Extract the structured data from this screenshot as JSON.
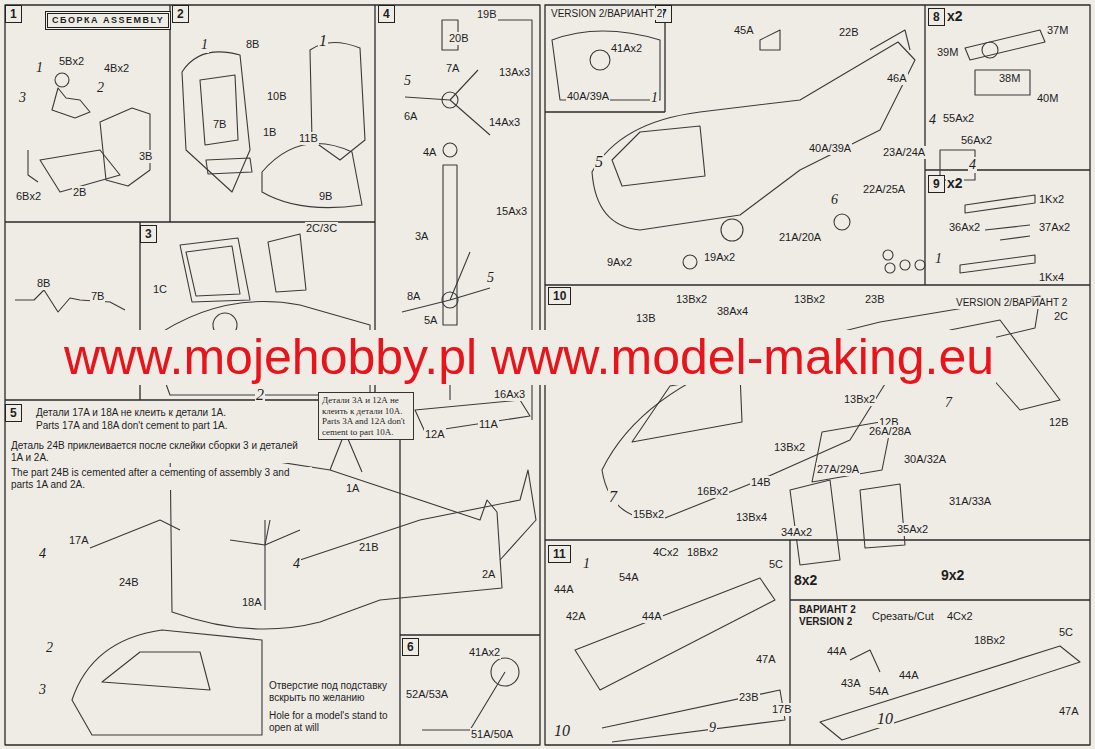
{
  "diagram": {
    "nodes": [
      {
        "text": [
          "1"
        ]
      },
      {
        "text": [
          "СБОРКА ASSEMBLY"
        ]
      },
      {
        "text": [
          "2"
        ]
      },
      {
        "text": [
          "4"
        ]
      },
      {
        "text": [
          "3"
        ]
      },
      {
        "text": [
          "Детали 3А и 12А не клеить к детали 10А.",
          "Parts 3A and 12A don't cement to part 10A."
        ]
      },
      {
        "text": [
          "5"
        ]
      },
      {
        "text": [
          "6"
        ]
      },
      {
        "text": [
          "7"
        ]
      },
      {
        "text": [
          "8"
        ]
      },
      {
        "text": [
          "9"
        ]
      },
      {
        "text": [
          "10"
        ]
      },
      {
        "text": [
          "11"
        ]
      }
    ],
    "labels": [
      "5Bx2",
      "4Bx2",
      "1",
      "3",
      "2",
      "3B",
      "2B",
      "6Bx2",
      "8B",
      "1",
      "1",
      "10B",
      "11B",
      "7B",
      "1B",
      "9B",
      "8B",
      "7B",
      "2C/3C",
      "1C",
      "2",
      "19B",
      "20B",
      "7A",
      "13Ax3",
      "5",
      "6A",
      "14Ax3",
      "4A",
      "15Ax3",
      "3A",
      "5",
      "8A",
      "5A",
      "16Ax3",
      "11A",
      "12A",
      "Детали 17A и 18A не клеить к детали 1A.",
      "Parts 17A and 18A don't cement to part 1A.",
      "Деталь 24B приклеивается после склейки сборки 3 и деталей 1A и 2A.",
      "The part 24B is cemented after a cementing of assembly 3 and parts 1A and 2A.",
      "1A",
      "17A",
      "4",
      "24B",
      "18A",
      "4",
      "21B",
      "2A",
      "2",
      "3",
      "Отверстие под подставку вскрыть по желанию",
      "Hole for a model's stand to open at will",
      "41Ax2",
      "52A/53A",
      "51A/50A",
      "VERSION 2/ВАРИАНТ 2",
      "41Ax2",
      "40A/39A",
      "1",
      "45A",
      "22B",
      "46A",
      "5",
      "40A/39A",
      "23A/24A",
      "22A/25A",
      "6",
      "21A/20A",
      "9Ax2",
      "19Ax2",
      "55Ax2",
      "56Ax2",
      "4",
      "4",
      "x2",
      "37M",
      "39M",
      "38M",
      "40M",
      "x2",
      "1Kx2",
      "36Ax2",
      "37Ax2",
      "1",
      "1Kx4",
      "13Bx2",
      "38Ax4",
      "13Bx2",
      "23B",
      "VERSION 2/ВАРИАНТ 2",
      "2C",
      "13B",
      "13Bx2",
      "7",
      "12B",
      "12B",
      "13Bx2",
      "26A/28A",
      "27A/29A",
      "30A/32A",
      "14B",
      "16Bx2",
      "31A/33A",
      "15Bx2",
      "13Bx4",
      "34Ax2",
      "35Ax2",
      "7",
      "8x2",
      "9x2",
      "4Cx2",
      "18Bx2",
      "1",
      "54A",
      "44A",
      "42A",
      "44A",
      "5C",
      "47A",
      "17B",
      "23B",
      "9",
      "10",
      "ВАРИАНТ 2",
      "VERSION 2",
      "Срезать/Cut",
      "4Cx2",
      "5C",
      "18Bx2",
      "44A",
      "43A",
      "44A",
      "54A",
      "47A",
      "10",
      "www.mojehobby.pl www.model-making.eu"
    ]
  }
}
